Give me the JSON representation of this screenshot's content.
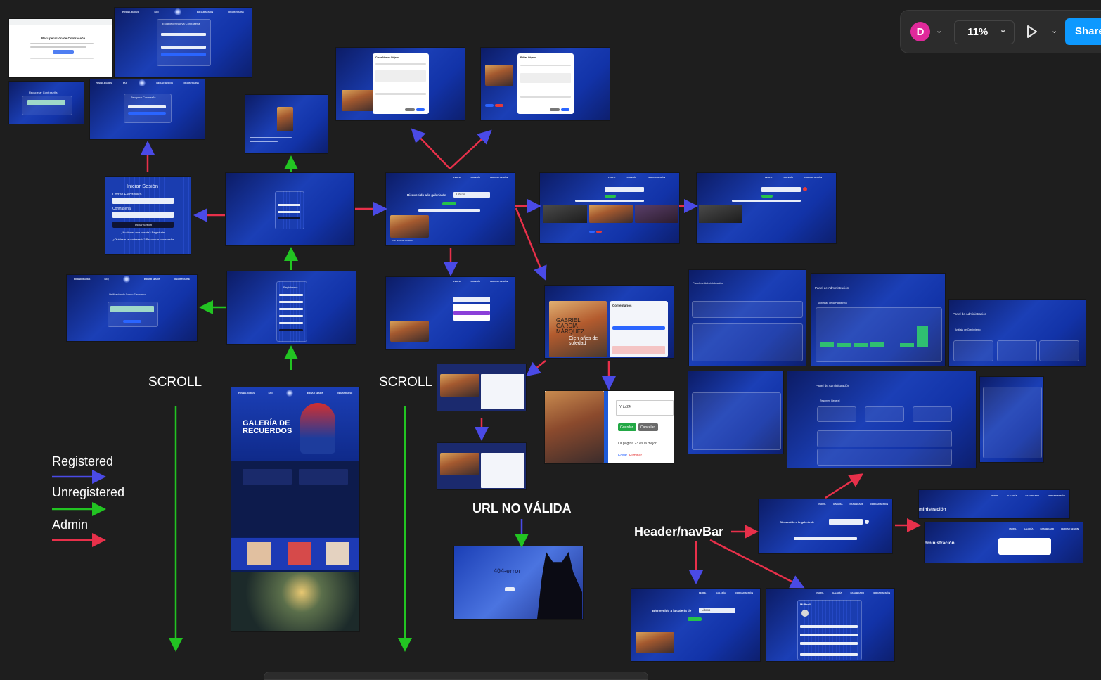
{
  "toolbar": {
    "avatar_initial": "D",
    "zoom": "11%",
    "share_label": "Share"
  },
  "canvas_labels": {
    "scroll_left": "SCROLL",
    "scroll_right": "SCROLL",
    "url_invalid": "URL NO VÁLIDA",
    "header_navbar": "Header/navBar"
  },
  "legend": {
    "registered": "Registered",
    "unregistered": "Unregistered",
    "admin": "Admin",
    "colors": {
      "registered": "#4a4ae6",
      "unregistered": "#22c422",
      "admin": "#e8304a"
    }
  },
  "frames": {
    "login_title": "Iniciar Sesión",
    "login_email_label": "Correo Electrónico",
    "login_password_label": "Contraseña",
    "login_button": "Iniciar Sesión",
    "login_register_link": "¿No tienes una cuenta? Regístrate",
    "login_forgot_link": "¿Olvidaste la contraseña? Recuperar contraseña",
    "recover_password_title": "Recuperar Contraseña",
    "reset_password_title": "Establecer Nueva Contraseña",
    "email_recovery_title": "Recuperación de Contraseña",
    "email_verification_title": "Verificación de Correo Electrónico",
    "register_title": "Registrarse",
    "gallery_welcome": "Bienvenido a la galería de",
    "gallery_select": "Libros",
    "gallery_item": "Cien años de Soledad",
    "create_object_title": "Crear Nuevo Objeto",
    "edit_object_title": "Editar Objeto",
    "comments_title": "Comentarios",
    "landing_title": "GALERÍA DE RECUERDOS",
    "error_title": "404-error",
    "admin_panel_title": "Panel de Administración",
    "admin_growth_title": "Análisis de Crecimiento",
    "admin_activity_title": "Actividad de la Plataforma",
    "admin_summary_title": "Resumen General",
    "comment_input": "Y tu 24",
    "comment_save": "Guardar",
    "comment_cancel": "Cancelar",
    "comment_text": "La página 23 es la mejor",
    "comment_edit": "Editar",
    "comment_delete": "Eliminar",
    "book_author": "GABRIEL GARCÍA MÁRQUEZ",
    "book_title": "Cien años de soledad",
    "profile_title": "Mi Perfil",
    "admin_side_title": "ministración",
    "admin_side_title2": "dministración"
  }
}
